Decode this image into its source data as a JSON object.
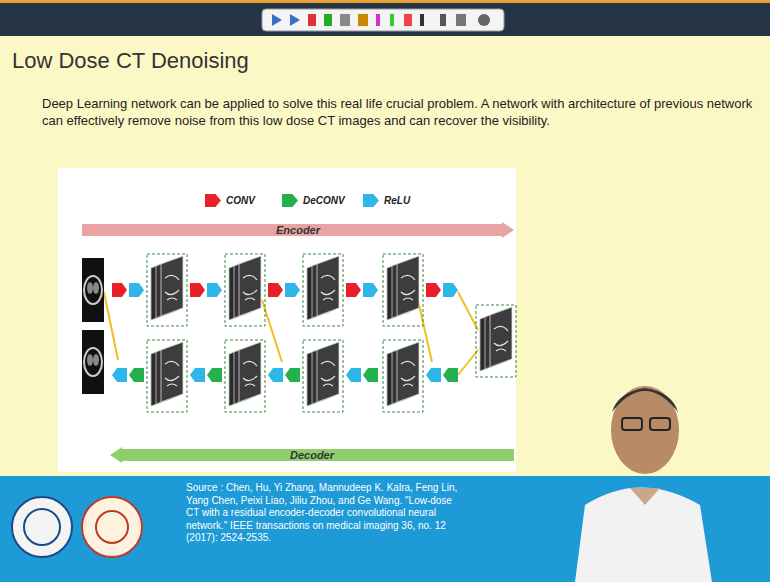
{
  "diagram": {
    "title": "Low Dose CT Denoising",
    "nodes": [
      {
        "text": [
          "Encoder"
        ]
      },
      {
        "text": [
          "Decoder"
        ]
      }
    ],
    "labels": [
      "Deep Learning network can be applied to solve this real life crucial problem. A network with architecture of previous network can effectively remove noise from this low dose CT images and can recover the visibility.",
      "Source : Chen, Hu, Yi Zhang, Mannudeep K. Kalra, Feng Lin, Yang Chen, Peixi Liao, Jiliu Zhou, and Ge Wang. \"Low-dose CT with a residual encoder-decoder convolutional neural network.\" IEEE transactions on medical imaging 36, no. 12 (2017): 2524-2535."
    ],
    "legend": [
      {
        "text": "CONV",
        "color": "#e8202a"
      },
      {
        "text": "DeCONV",
        "color": "#22b14c"
      },
      {
        "text": "ReLU",
        "color": "#2fb6e8"
      }
    ]
  }
}
